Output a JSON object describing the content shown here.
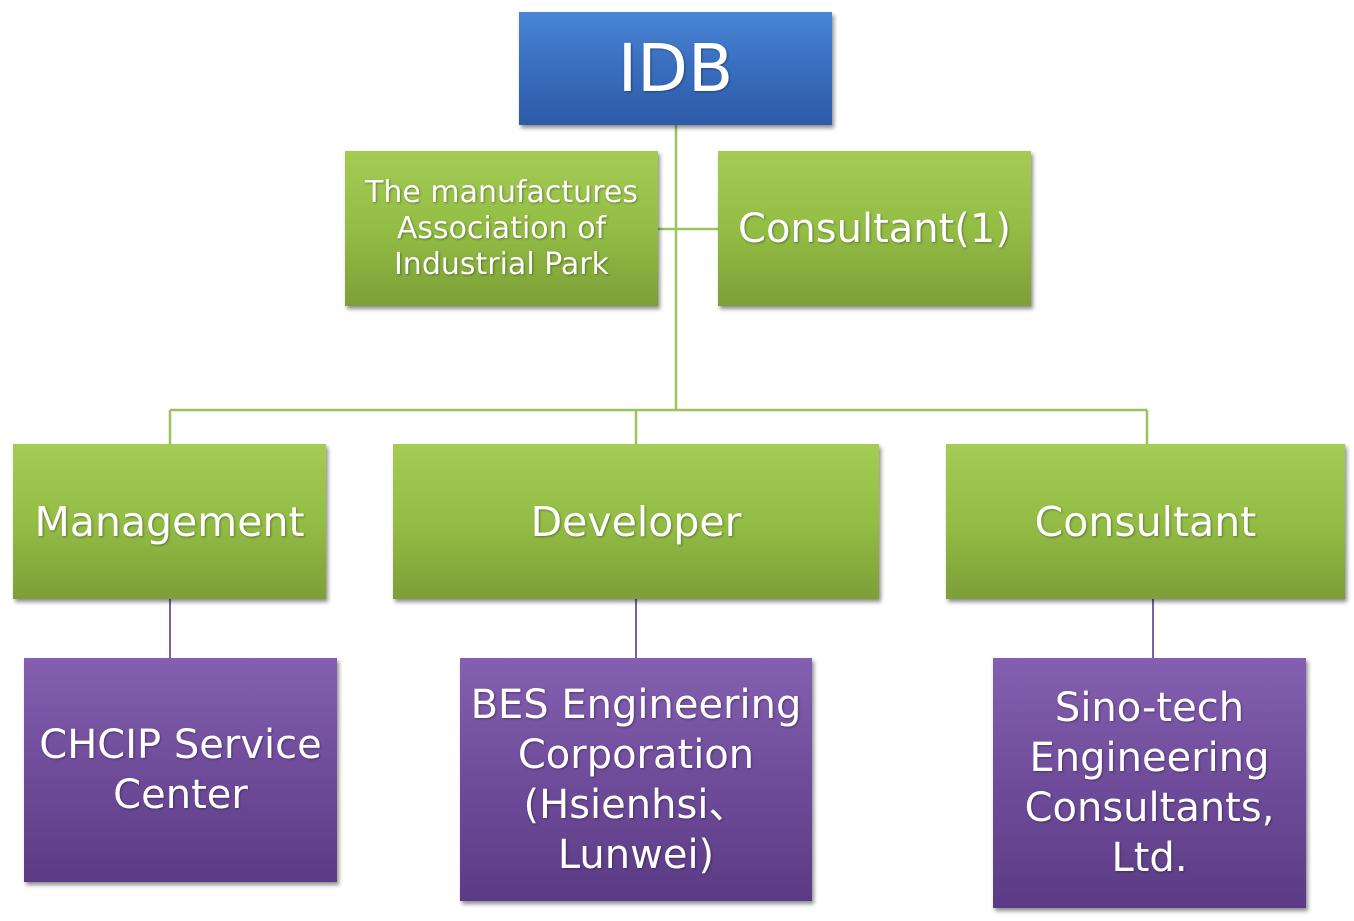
{
  "colors": {
    "top_box": "#3a6fc0",
    "middle_boxes": "#94bd45",
    "bottom_boxes": "#6f4c9a",
    "green_connector": "#9bc35a",
    "purple_connector": "#7d5fa6"
  },
  "nodes": {
    "idb": {
      "lines": [
        "IDB"
      ]
    },
    "association": {
      "lines": [
        "The manufactures",
        "Association of",
        "Industrial Park"
      ]
    },
    "consultant1": {
      "lines": [
        "Consultant(1)"
      ]
    },
    "management": {
      "lines": [
        "Management"
      ]
    },
    "developer": {
      "lines": [
        "Developer"
      ]
    },
    "consultant": {
      "lines": [
        "Consultant"
      ]
    },
    "chcip": {
      "lines": [
        "CHCIP Service",
        "Center"
      ]
    },
    "bes": {
      "lines": [
        "BES Engineering",
        "Corporation",
        "(Hsienhsi、",
        "Lunwei)"
      ]
    },
    "sino": {
      "lines": [
        "Sino-tech",
        "Engineering",
        "Consultants,",
        "Ltd."
      ]
    }
  }
}
